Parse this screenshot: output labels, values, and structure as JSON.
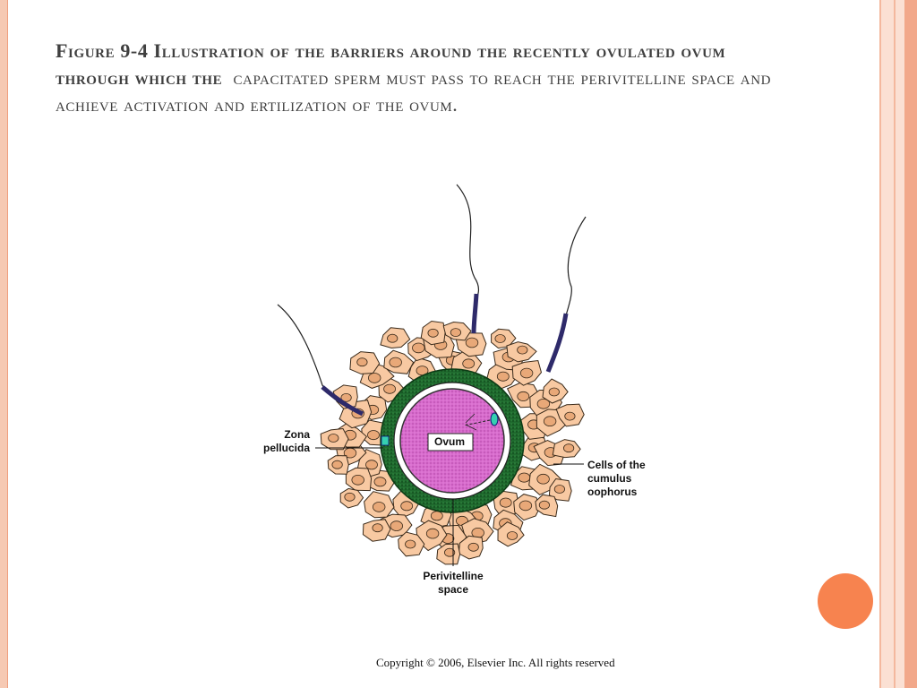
{
  "title": {
    "bold_part": "Figure 9-4 Illustration of the barriers around the recently ovulated ovum through which the",
    "regular_part": "capacitated sperm must pass to reach the perivitelline space and achieve activation and ertilization of the ovum."
  },
  "figure": {
    "labels": {
      "ovum": "Ovum",
      "zona_pellucida": "Zona\npellucida",
      "cumulus": "Cells of the\ncumulus\noophorus",
      "perivitelline": "Perivitelline\nspace"
    },
    "colors": {
      "cumulus_cells": "#f8c9a2",
      "zona_pellucida": "#1d6a2c",
      "ovum": "#d45cc8",
      "sperm_head": "#2e2a6a"
    }
  },
  "footer": {
    "copyright": "Copyright © 2006, Elsevier Inc. All rights reserved"
  }
}
